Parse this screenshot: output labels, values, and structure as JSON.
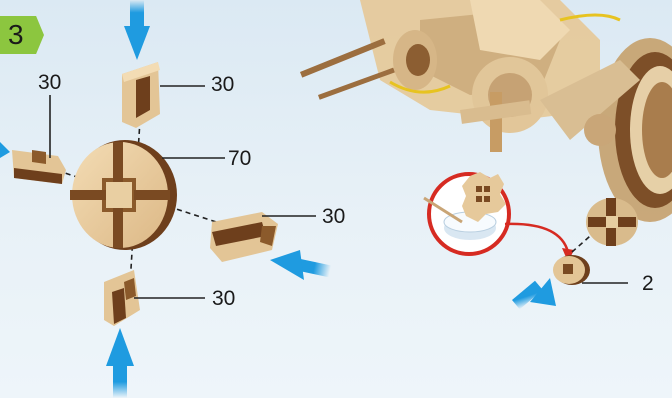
{
  "step": {
    "number": "3"
  },
  "labels": {
    "part_left": "30",
    "part_top": "30",
    "part_center": "70",
    "part_right": "30",
    "part_bottom": "30",
    "part_small_gear": "2"
  },
  "colors": {
    "background": "#e3eef6",
    "badge": "#8cc63f",
    "arrow": "#1f9be0",
    "wood_light": "#ecd2a8",
    "wood_dark": "#6e3f1c",
    "callout_ring": "#d62b22"
  },
  "icons": [
    "arrow-down-icon",
    "arrow-up-icon",
    "arrow-left-icon",
    "assembly-arrow-icon",
    "glue-bowl-icon"
  ]
}
